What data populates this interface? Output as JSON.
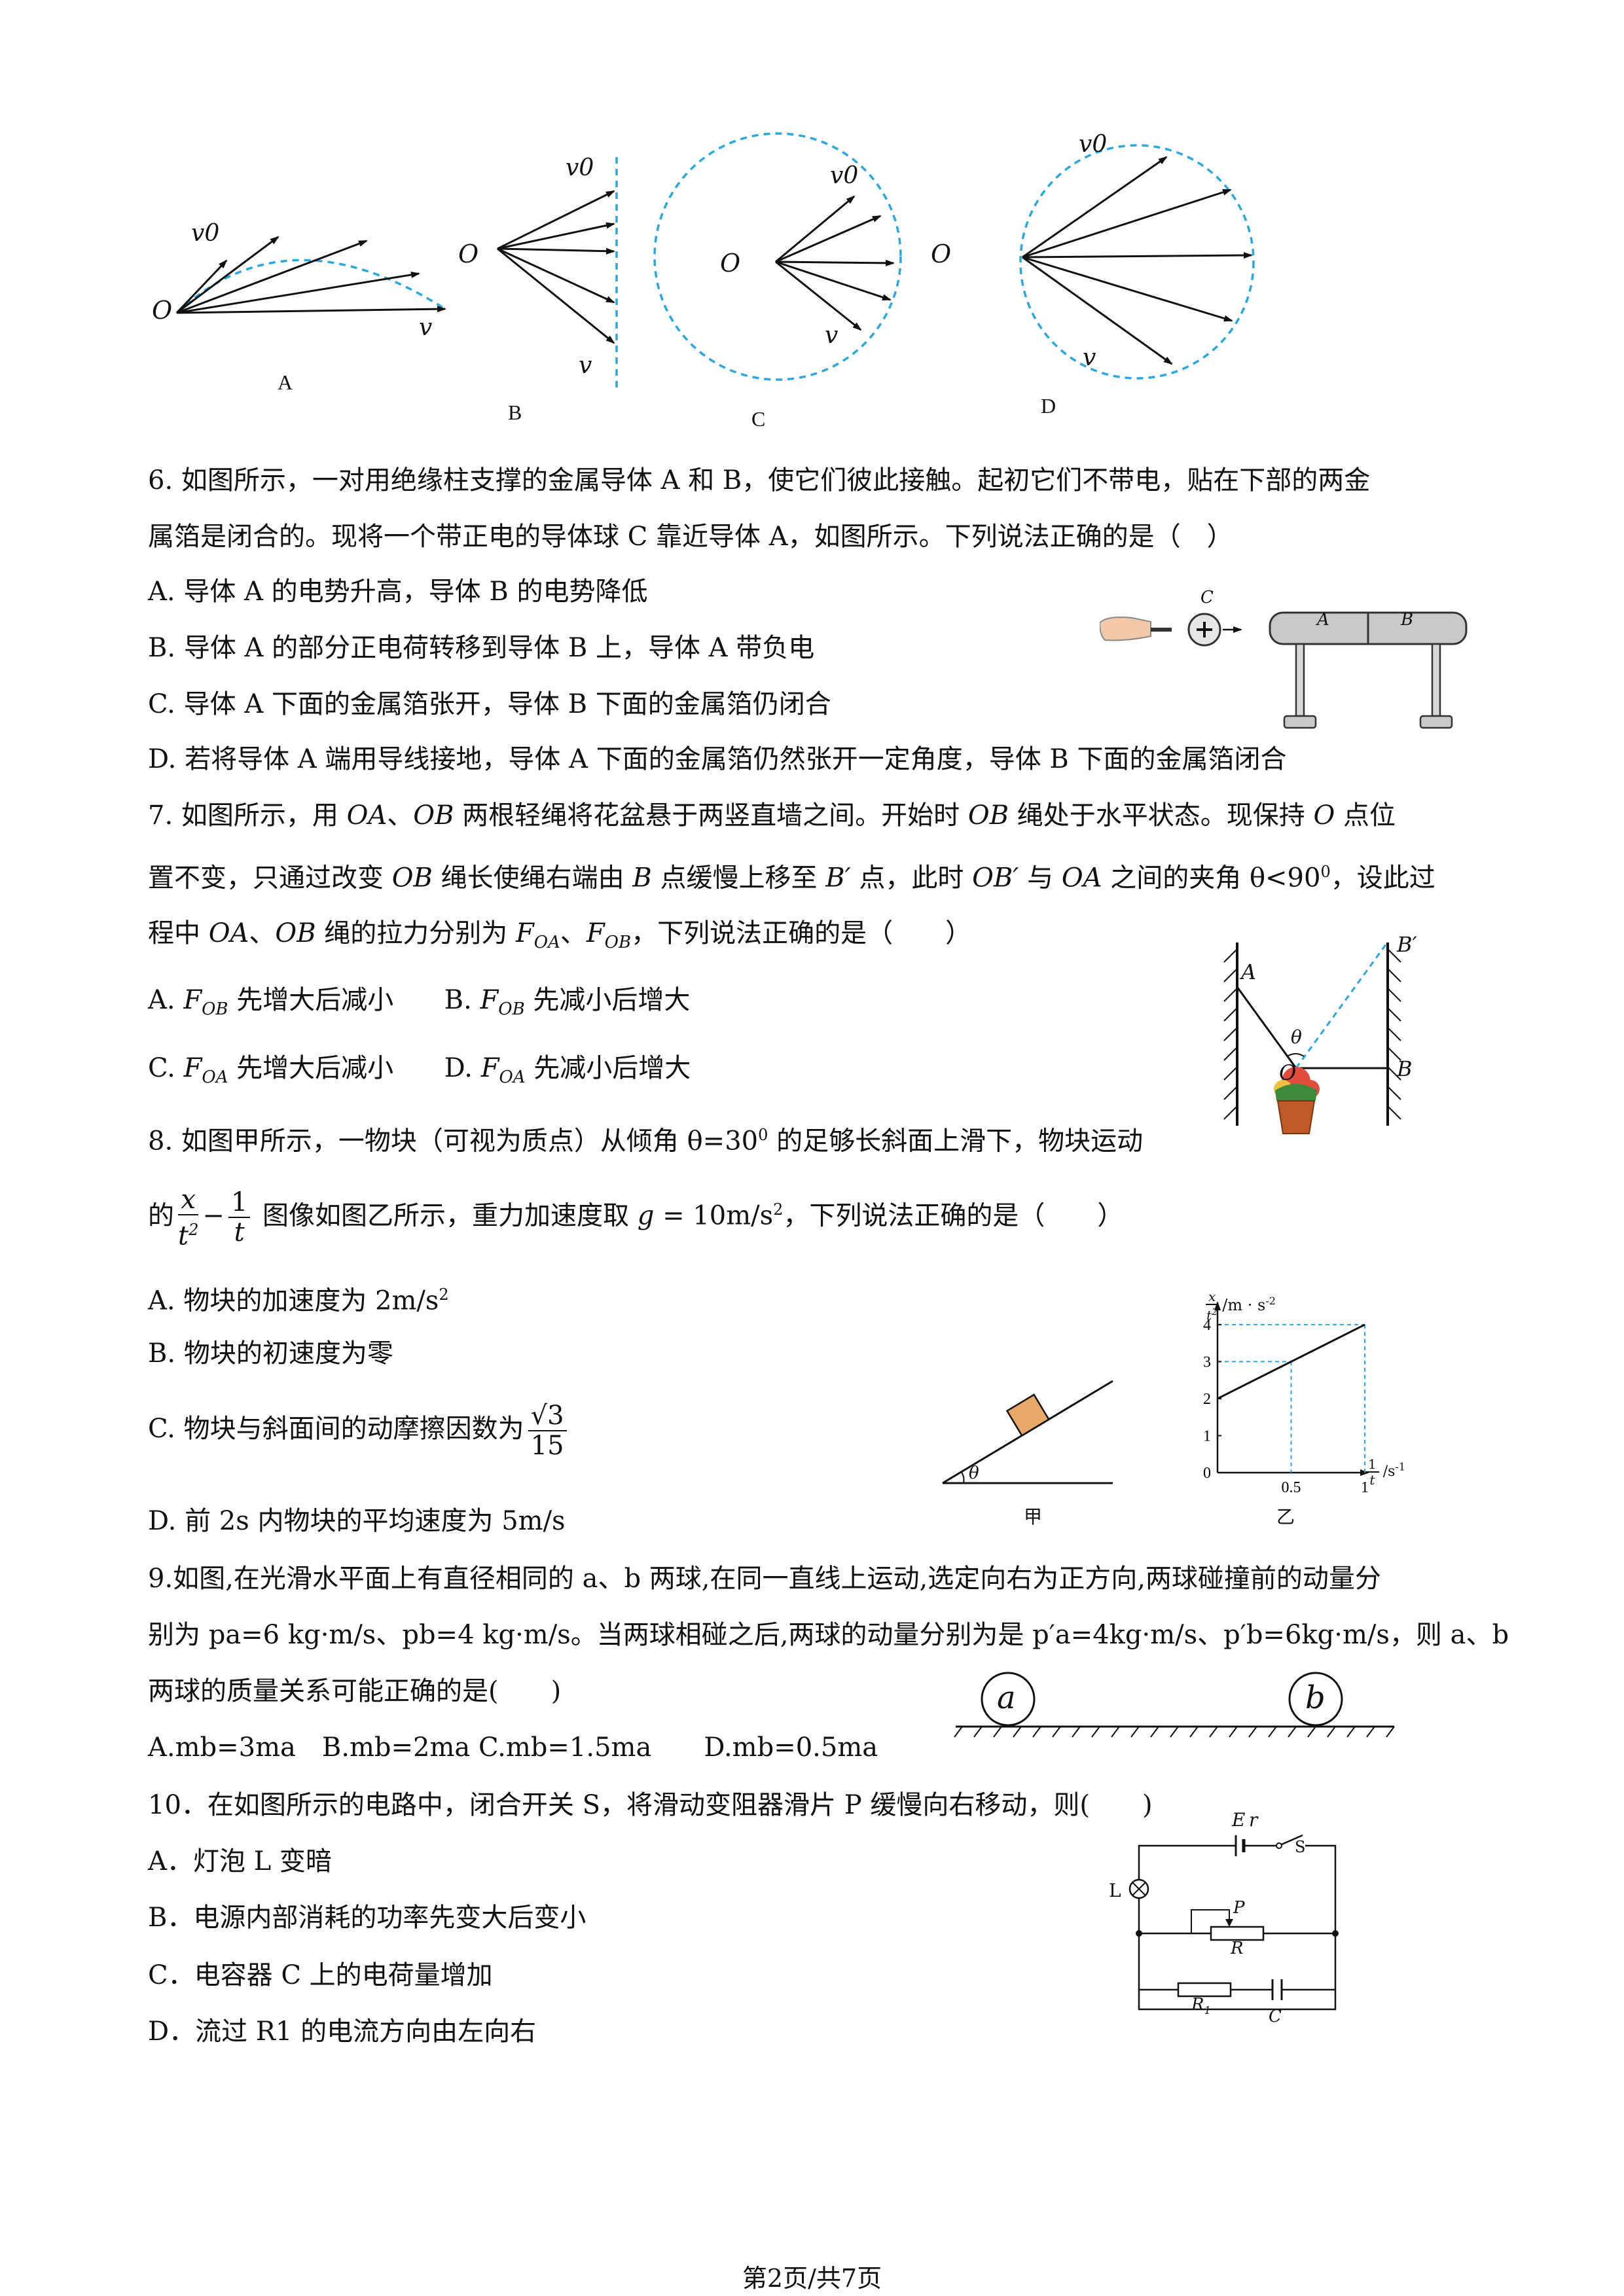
{
  "fig5": {
    "v0": "v0",
    "v": "v",
    "O": "O",
    "captions": [
      "A",
      "B",
      "C",
      "D"
    ]
  },
  "q6": {
    "stem1": "6. 如图所示，一对用绝缘柱支撑的金属导体 A 和 B，使它们彼此接触。起初它们不带电，贴在下部的两金",
    "stem2": "属箔是闭合的。现将一个带正电的导体球 C 靠近导体 A，如图所示。下列说法正确的是（　）",
    "optA": "A. 导体 A 的电势升高，导体 B 的电势降低",
    "optB": "B. 导体 A 的部分正电荷转移到导体 B 上，导体 A 带负电",
    "optC": "C. 导体 A 下面的金属箔张开，导体 B 下面的金属箔仍闭合",
    "optD": "D. 若将导体 A 端用导线接地，导体 A 下面的金属箔仍然张开一定角度，导体 B 下面的金属箔闭合",
    "fig": {
      "C": "C",
      "A": "A",
      "B": "B"
    }
  },
  "q7": {
    "s1a": "7. 如图所示，用 ",
    "OA": "OA",
    "s1b": "、",
    "OB": "OB",
    "s1c": " 两根轻绳将花盆悬于两竖直墙之间。开始时 ",
    "s1d": " 绳处于水平状态。现保持 ",
    "O": "O",
    "s1e": " 点位",
    "s2a": "置不变，只通过改变 ",
    "s2b": " 绳长使绳右端由 ",
    "B": "B",
    "s2c": " 点缓慢上移至 ",
    "Bp": "B′",
    "s2d": " 点，此时 ",
    "OBp": "OB′",
    "s2e": " 与 ",
    "s2f": " 之间的夹角 θ<90",
    "s2g": "0",
    "s2h": "，设此过",
    "s3a": "程中 ",
    "s3b": " 绳的拉力分别为 ",
    "FOA": "F",
    "subOA": "OA",
    "s3c": "、",
    "subOB": "OB",
    "s3d": "，下列说法正确的是（　　）",
    "optA1": "A. ",
    "optA2": " 先增大后减小",
    "optB1": "B. ",
    "optB2": " 先减小后增大",
    "optC1": "C. ",
    "optC2": " 先增大后减小",
    "optD1": "D. ",
    "optD2": " 先减小后增大",
    "fig": {
      "A": "A",
      "B": "B",
      "Bp": "B′",
      "O": "O",
      "theta": "θ"
    }
  },
  "q8": {
    "s1a": "8. 如图甲所示，一物块（可视为质点）从倾角 θ=30",
    "s1b": "0",
    "s1c": " 的足够长斜面上滑下，物块运动",
    "s2a": "的",
    "x": "x",
    "t2": "t",
    "t2sup": "2",
    "one": "1",
    "t": "t",
    "s2b": " 图像如图乙所示，重力加速度取 ",
    "g": "g",
    "geq": " = 10m/s",
    "gsup": "2",
    "s2c": "，下列说法正确的是（　　）",
    "optA1": "A. 物块的加速度为 2m/s",
    "optAsup": "2",
    "optB": "B. 物块的初速度为零",
    "optC1": "C. 物块与斜面间的动摩擦因数为",
    "sqrt3": "√3",
    "c15": "15",
    "optD": "D. 前 2s 内物块的平均速度为 5m/s",
    "fig": {
      "jia": "甲",
      "yi": "乙",
      "theta": "θ",
      "ylabel": "/m · s",
      "ylabel_sup": "-2",
      "xlabel": "/s",
      "xlabel_sup": "-1",
      "yticks": [
        "4",
        "3",
        "2",
        "1",
        "0"
      ],
      "xticks": [
        "0.5",
        "1"
      ]
    }
  },
  "chart_data": {
    "type": "line",
    "x": [
      0,
      1
    ],
    "y": [
      2,
      4
    ],
    "xlim": [
      0,
      1.2
    ],
    "ylim": [
      0,
      4.6
    ],
    "guides": [
      {
        "x": 0.5,
        "y": 3
      },
      {
        "x": 1,
        "y": 4
      }
    ]
  },
  "q9": {
    "s1": "9.如图,在光滑水平面上有直径相同的 a、b 两球,在同一直线上运动,选定向右为正方向,两球碰撞前的动量分",
    "s2": "别为 pa=6 kg·m/s、pb=4 kg·m/s。当两球相碰之后,两球的动量分别为是 p′a=4kg·m/s、p′b=6kg·m/s，则 a、b",
    "s3": "两球的质量关系可能正确的是(　　)",
    "opts": "A.mb=3ma　B.mb=2ma C.mb=1.5ma　　D.mb=0.5ma",
    "fig": {
      "a": "a",
      "b": "b"
    }
  },
  "q10": {
    "stem": "10．在如图所示的电路中，闭合开关 S，将滑动变阻器滑片 P 缓慢向右移动，则(　　)",
    "optA": "A．灯泡 L 变暗",
    "optB": "B．电源内部消耗的功率先变大后变小",
    "optC": "C．电容器 C 上的电荷量增加",
    "optD": "D．流过 R1 的电流方向由左向右",
    "fig": {
      "E": "E",
      "r": "r",
      "S": "S",
      "L": "L",
      "P": "P",
      "R": "R",
      "R1": "R",
      "R1sub": "1",
      "C": "C"
    }
  },
  "footer": "第2页/共7页",
  "colors": {
    "dash": "#29a8e0",
    "box": "#e8a868"
  }
}
